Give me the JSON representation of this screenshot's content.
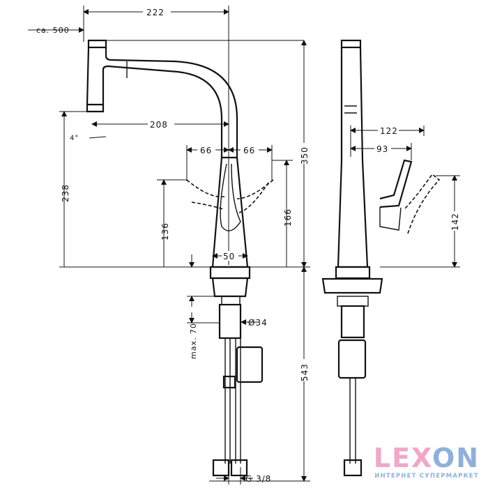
{
  "drawing": {
    "front_view": {
      "dimensions": {
        "spout_pullout": "ca. 500",
        "total_reach": "222",
        "spout_reach": "208",
        "spout_angle": "4°",
        "lever_left": "66",
        "lever_right": "66",
        "spout_height": "238",
        "lever_height_left": "136",
        "lever_height_right": "166",
        "base_diameter": "50",
        "total_height": "350",
        "max_thickness": "max. 70",
        "shank_diameter": "Ø34",
        "hose_length": "543",
        "connection": "G 3/8"
      }
    },
    "side_view": {
      "dimensions": {
        "lever_reach_max": "122",
        "lever_reach": "93",
        "lever_height": "142"
      }
    }
  },
  "logo": {
    "text": "LEXON",
    "subtitle": "ИНТЕРНЕТ СУПЕРМАРКЕТ",
    "pink": "#f2a6c8",
    "blue": "#8fb0dc"
  }
}
